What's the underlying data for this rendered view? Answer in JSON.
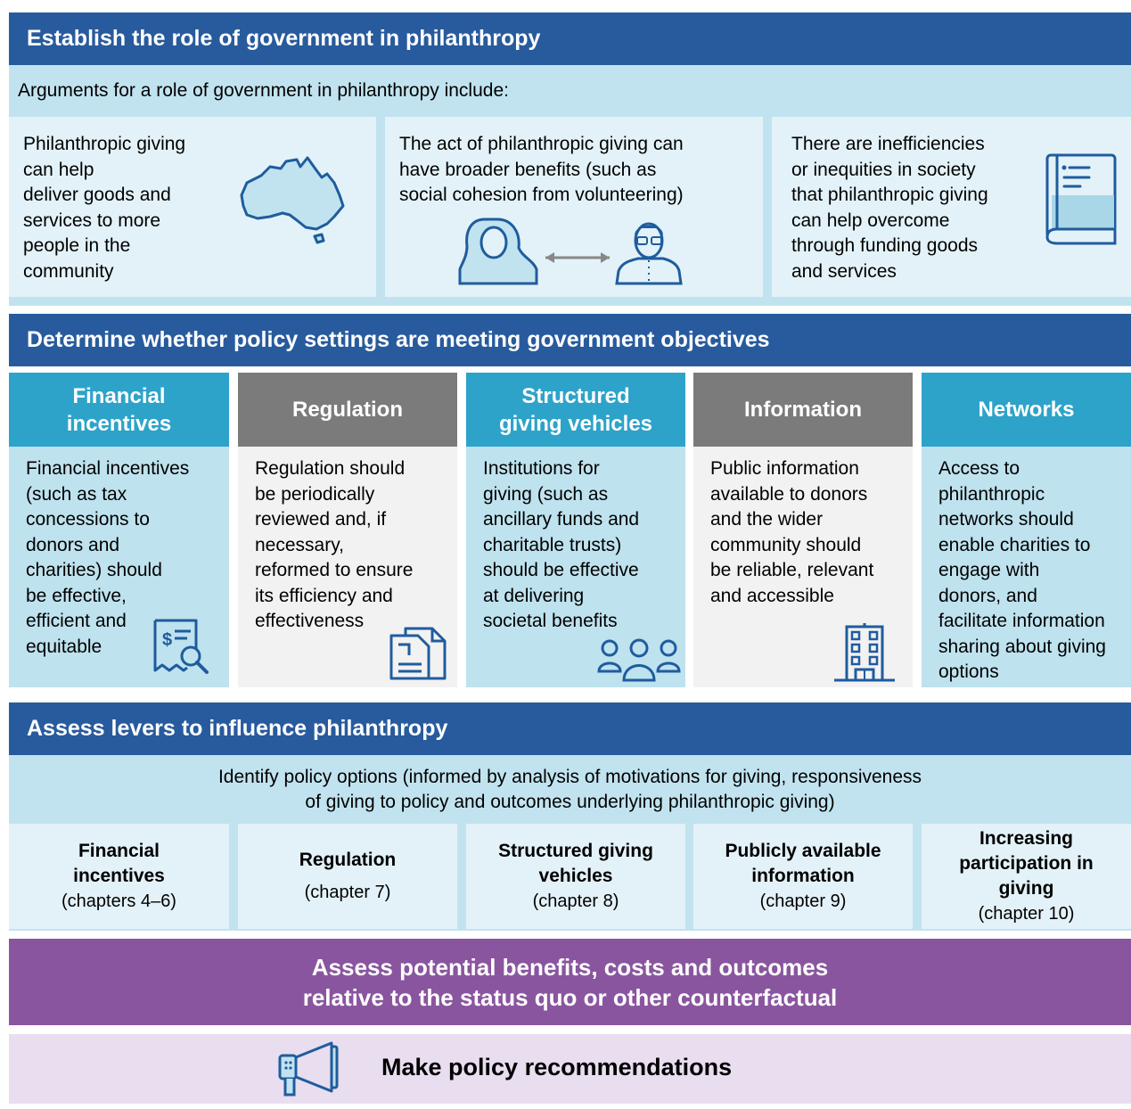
{
  "section1": {
    "title": "Establish the role of government in philanthropy",
    "intro": "Arguments for a role of government in philanthropy include:",
    "cards": [
      {
        "text_lines": [
          "Philanthropic giving",
          "can help",
          "deliver goods and",
          "services to more",
          "people in the",
          "community"
        ],
        "icon": "australia-map-icon"
      },
      {
        "text_lines": [
          "The act of philanthropic giving can",
          "have broader benefits (such as",
          "social cohesion from volunteering)"
        ],
        "icon": "people-exchange-icon"
      },
      {
        "text_lines": [
          "There are inefficiencies",
          "or inequities in society",
          "that philanthropic giving",
          "can help overcome",
          "through funding goods",
          "and services"
        ],
        "icon": "book-icon"
      }
    ]
  },
  "section2": {
    "title": "Determine whether policy settings are meeting government objectives",
    "columns": [
      {
        "header_lines": [
          "Financial",
          "incentives"
        ],
        "body_lines": [
          "Financial incentives",
          "(such as tax",
          "concessions to",
          "donors and",
          "charities) should",
          "be effective,",
          "efficient and",
          "equitable"
        ],
        "icon": "receipt-search-icon"
      },
      {
        "header_lines": [
          "Regulation"
        ],
        "body_lines": [
          "Regulation should",
          "be periodically",
          "reviewed and, if",
          "necessary,",
          "reformed to ensure",
          "its efficiency and",
          "effectiveness"
        ],
        "icon": "documents-icon"
      },
      {
        "header_lines": [
          "Structured",
          "giving vehicles"
        ],
        "body_lines": [
          "Institutions for",
          "giving (such as",
          "ancillary funds and",
          "charitable trusts)",
          "should be effective",
          "at delivering",
          "societal benefits"
        ],
        "icon": "group-icon"
      },
      {
        "header_lines": [
          "Information"
        ],
        "body_lines": [
          "Public information",
          "available to donors",
          "and the wider",
          "community should",
          "be reliable, relevant",
          "and accessible"
        ],
        "icon": "building-icon"
      },
      {
        "header_lines": [
          "Networks"
        ],
        "body_lines": [
          "Access to",
          "philanthropic",
          "networks should",
          "enable charities to",
          "engage with",
          "donors, and",
          "facilitate information",
          "sharing about giving",
          "options"
        ],
        "icon": "none"
      }
    ]
  },
  "section3": {
    "title": "Assess levers to influence philanthropy",
    "intro_lines": [
      "Identify policy options (informed by analysis of motivations for giving, responsiveness",
      "of giving to policy and outcomes underlying philanthropic giving)"
    ],
    "levers": [
      {
        "title_lines": [
          "Financial",
          "incentives"
        ],
        "chapter": "(chapters 4–6)"
      },
      {
        "title_lines": [
          "Regulation"
        ],
        "chapter": "(chapter 7)"
      },
      {
        "title_lines": [
          "Structured giving",
          "vehicles"
        ],
        "chapter": "(chapter 8)"
      },
      {
        "title_lines": [
          "Publicly available",
          "information"
        ],
        "chapter": "(chapter 9)"
      },
      {
        "title_lines": [
          "Increasing",
          "participation in",
          "giving"
        ],
        "chapter": "(chapter 10)"
      }
    ]
  },
  "assess": {
    "lines": [
      "Assess potential benefits, costs and outcomes",
      "relative to the status quo or other counterfactual"
    ]
  },
  "final": {
    "label": "Make policy recommendations",
    "icon": "megaphone-icon"
  },
  "colors": {
    "header_blue": "#285b9d",
    "teal": "#2ea3c9",
    "grey": "#7b7b7b",
    "purple": "#8a559f",
    "lilac": "#e8deef",
    "light_blue": "#c1e3ef",
    "pale_blue": "#e3f2f8",
    "icon_blue": "#1f5c9e"
  }
}
